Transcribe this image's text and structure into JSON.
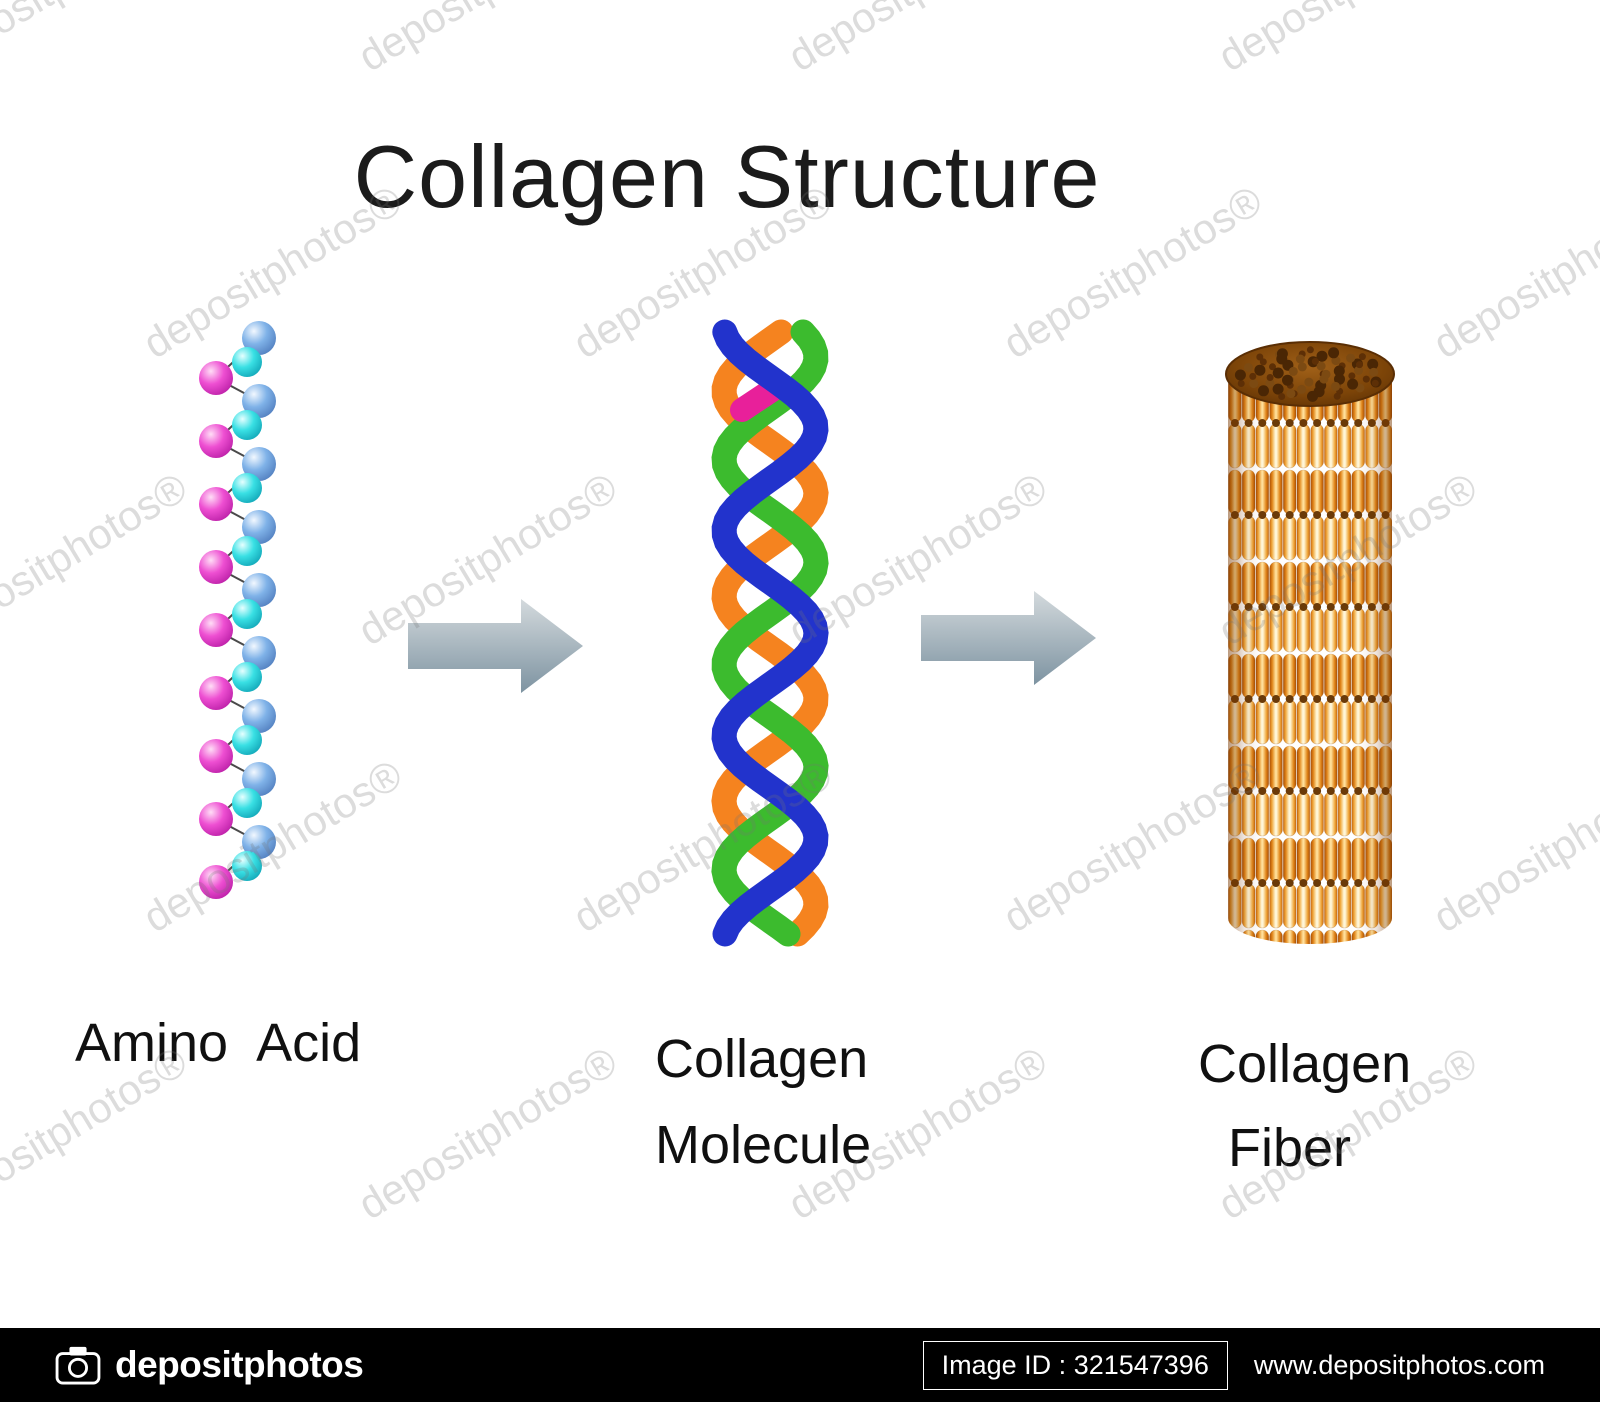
{
  "title": "Collagen Structure",
  "labels": {
    "stage1": "Amino Acid",
    "stage2_line1": "Collagen",
    "stage2_line2": "Molecule",
    "stage3_line1": "Collagen",
    "stage3_line2": "Fiber"
  },
  "watermark": {
    "text": "depositphotos",
    "registered": "®"
  },
  "footer": {
    "brand": "depositphotos",
    "image_id_text": "Image ID : 321547396",
    "url": "www.depositphotos.com"
  },
  "diagram": {
    "amino_acid": {
      "sphere_colors": {
        "pink": "#ee4fd2",
        "cyan": "#39e0e4",
        "blue": "#7fb2e8"
      },
      "link_color": "#4a4a4a",
      "units": 9
    },
    "molecule": {
      "strand_colors": {
        "orange": "#f5831f",
        "blue": "#2233cc",
        "green": "#3cbb2e",
        "accent": "#e8209a"
      }
    },
    "fiber": {
      "top_color": "#7c4408",
      "dot_color": "#6b3a08",
      "rod_edge": "#c9680e",
      "rod_light": "#fff6d8",
      "rod_mid": "#ffdf9a"
    },
    "arrow_colors": {
      "light": "#d4dadd",
      "dark": "#7d93a1"
    }
  }
}
